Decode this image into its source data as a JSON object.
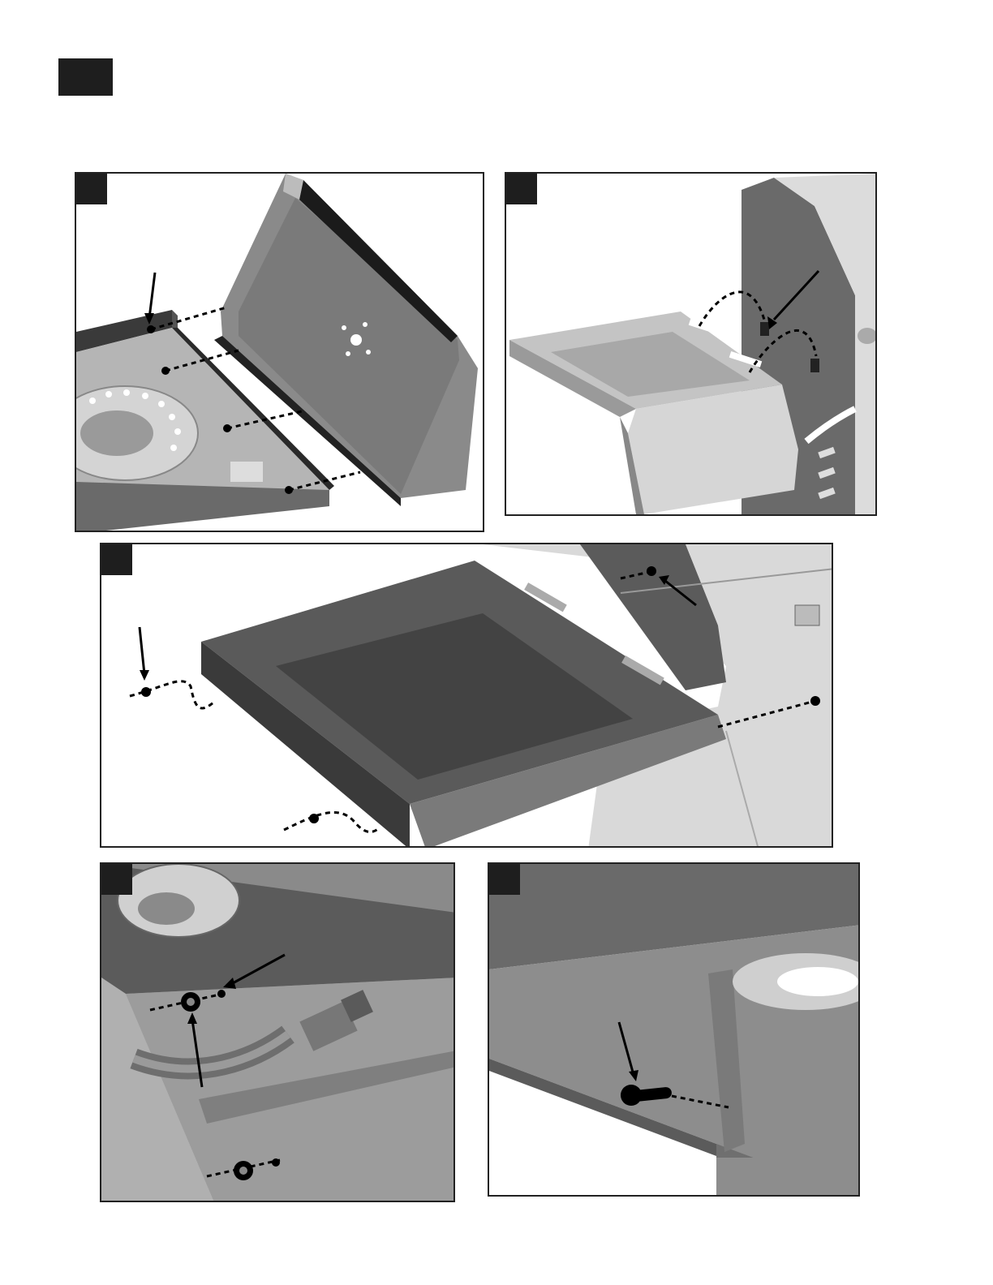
{
  "page": {
    "step_label": "",
    "instruction_text": ""
  },
  "panels": [
    {
      "id": "p1",
      "label": ""
    },
    {
      "id": "p2",
      "label": ""
    },
    {
      "id": "p3",
      "label": ""
    },
    {
      "id": "p4",
      "label": ""
    },
    {
      "id": "p5",
      "label": ""
    }
  ],
  "colors": {
    "badge": "#1e1e1e",
    "frame": "#222222",
    "metal_dark": "#4a4a4a",
    "metal_mid": "#8e8e8e",
    "metal_light": "#c9c9c9",
    "background": "#ffffff"
  }
}
